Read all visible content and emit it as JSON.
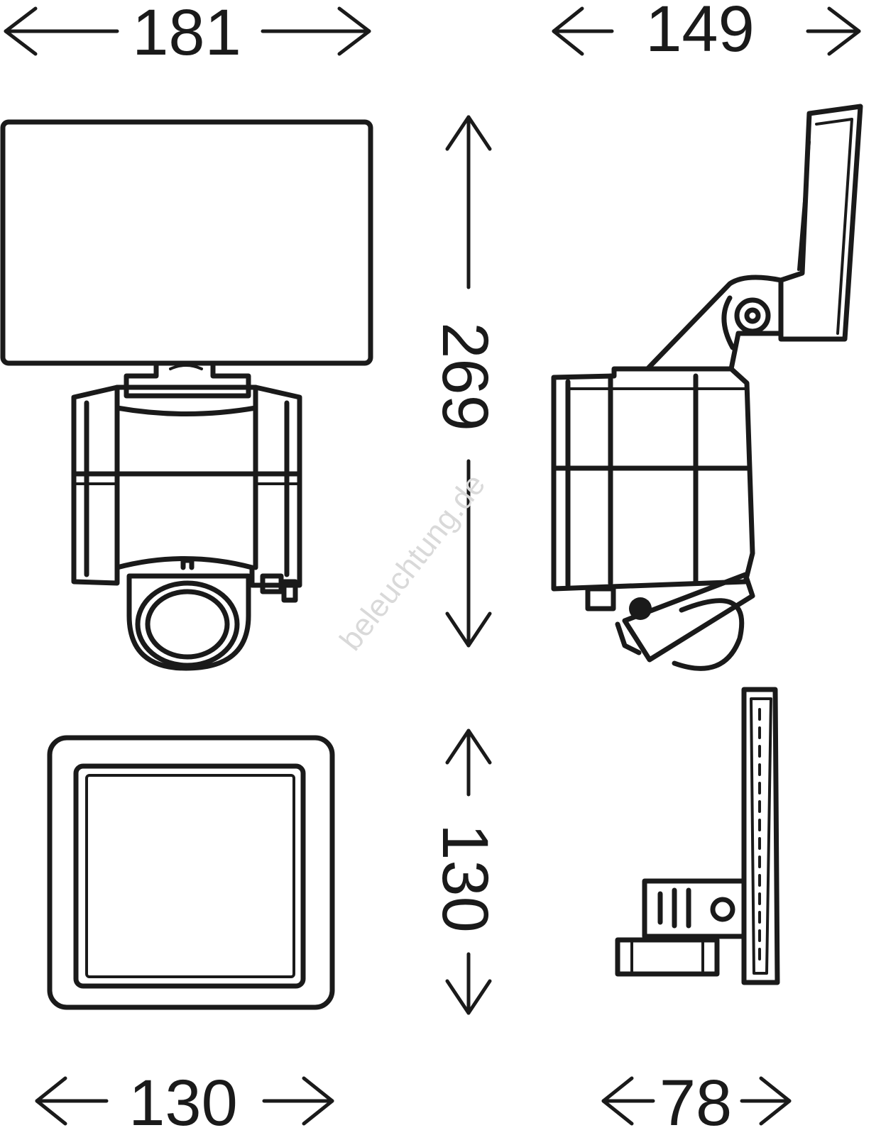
{
  "dimensions": {
    "top_width": "181",
    "side_depth": "149",
    "total_height": "269",
    "panel_height": "130",
    "panel_width": "130",
    "panel_depth": "78"
  },
  "watermark": "beleuchtung.de"
}
